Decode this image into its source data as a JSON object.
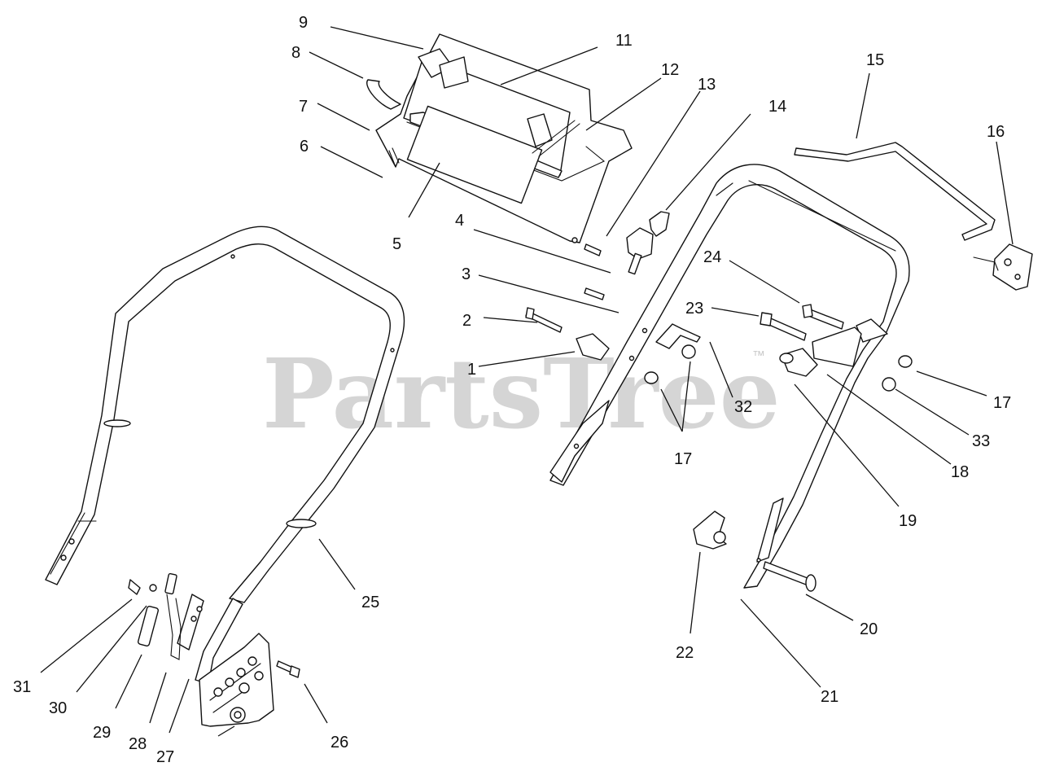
{
  "watermark": {
    "text": "PartsTree",
    "trademark": "™"
  },
  "callouts": [
    {
      "id": "c1",
      "label": "1"
    },
    {
      "id": "c2",
      "label": "2"
    },
    {
      "id": "c3",
      "label": "3"
    },
    {
      "id": "c4",
      "label": "4"
    },
    {
      "id": "c5",
      "label": "5"
    },
    {
      "id": "c6",
      "label": "6"
    },
    {
      "id": "c7",
      "label": "7"
    },
    {
      "id": "c8",
      "label": "8"
    },
    {
      "id": "c9",
      "label": "9"
    },
    {
      "id": "c11",
      "label": "11"
    },
    {
      "id": "c12",
      "label": "12"
    },
    {
      "id": "c13",
      "label": "13"
    },
    {
      "id": "c14",
      "label": "14"
    },
    {
      "id": "c15",
      "label": "15"
    },
    {
      "id": "c16",
      "label": "16"
    },
    {
      "id": "c17a",
      "label": "17"
    },
    {
      "id": "c17b",
      "label": "17"
    },
    {
      "id": "c18",
      "label": "18"
    },
    {
      "id": "c19",
      "label": "19"
    },
    {
      "id": "c20",
      "label": "20"
    },
    {
      "id": "c21",
      "label": "21"
    },
    {
      "id": "c22",
      "label": "22"
    },
    {
      "id": "c23",
      "label": "23"
    },
    {
      "id": "c24",
      "label": "24"
    },
    {
      "id": "c25",
      "label": "25"
    },
    {
      "id": "c26",
      "label": "26"
    },
    {
      "id": "c27",
      "label": "27"
    },
    {
      "id": "c28",
      "label": "28"
    },
    {
      "id": "c29",
      "label": "29"
    },
    {
      "id": "c30",
      "label": "30"
    },
    {
      "id": "c31",
      "label": "31"
    },
    {
      "id": "c32",
      "label": "32"
    },
    {
      "id": "c33",
      "label": "33"
    }
  ]
}
